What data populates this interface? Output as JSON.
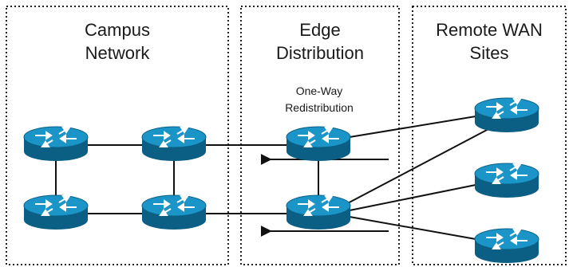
{
  "zones": {
    "campus": {
      "title_line1": "Campus",
      "title_line2": "Network"
    },
    "edge": {
      "title_line1": "Edge",
      "title_line2": "Distribution"
    },
    "remote": {
      "title_line1": "Remote WAN",
      "title_line2": "Sites"
    }
  },
  "annotation": {
    "line1": "One-Way",
    "line2": "Redistribution"
  },
  "colors": {
    "router_top": "#1b95c7",
    "router_side": "#0b5f85",
    "router_symbol": "#ffffff",
    "line": "#111111"
  },
  "icons": {
    "router": "router-icon",
    "arrow": "redistribution-arrow"
  }
}
